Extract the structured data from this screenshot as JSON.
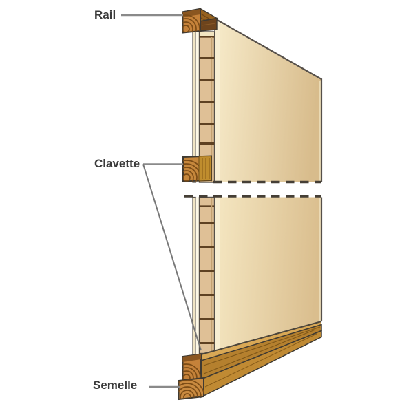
{
  "figure": {
    "type": "wood-formwork-panel-diagram",
    "labels": {
      "rail": "Rail",
      "clavette": "Clavette",
      "semelle": "Semelle"
    },
    "colors": {
      "background": "#ffffff",
      "panel_face_light": "#f7ebca",
      "panel_face_dark": "#d8bc8c",
      "panel_highlight": "#f8eed2",
      "ladder_fill": "#dfc096",
      "rung": "#5e4122",
      "wood_end_face": "#c5823a",
      "wood_grain_arc": "#7c4c16",
      "wood_dark_side": "#6e441c",
      "beam_top_face": "#d9a855",
      "beam_front_face": "#b5802e",
      "outline": "#453f36",
      "leader_line": "#8a8a8a",
      "label_text": "#3a3a3a"
    }
  }
}
